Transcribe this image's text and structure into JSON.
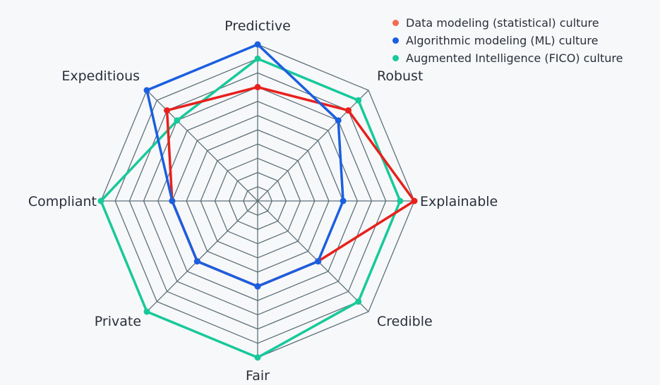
{
  "chart_data": {
    "type": "radar",
    "title": "",
    "axes": [
      "Predictive",
      "Robust",
      "Explainable",
      "Credible",
      "Fair",
      "Private",
      "Compliant",
      "Expeditious"
    ],
    "scale": {
      "min": 0,
      "max": 11,
      "rings": 11,
      "tick_labels_shown": false
    },
    "grid": true,
    "legend_position": "top-right",
    "series": [
      {
        "name": "Data modeling (statistical) culture",
        "color": "#e8201c",
        "legend_color": "#f26b53",
        "values": [
          8,
          9,
          11,
          6,
          6,
          6,
          6,
          9
        ]
      },
      {
        "name": "Algorithmic modeling (ML) culture",
        "color": "#1a5fe0",
        "legend_color": "#1a5fe0",
        "values": [
          11,
          8,
          6,
          6,
          6,
          6,
          6,
          11
        ]
      },
      {
        "name": "Augmented Intelligence (FICO) culture",
        "color": "#18c99a",
        "legend_color": "#18c99a",
        "values": [
          10,
          10,
          10,
          10,
          11,
          11,
          11,
          8
        ]
      }
    ]
  },
  "legend": {
    "items": [
      {
        "label": "Data modeling (statistical) culture",
        "color": "#f26b53"
      },
      {
        "label": "Algorithmic modeling (ML) culture",
        "color": "#1a5fe0"
      },
      {
        "label": "Augmented Intelligence (FICO) culture",
        "color": "#18c99a"
      }
    ]
  },
  "style": {
    "grid_color": "#5d7179",
    "background": "#f7f8fa"
  }
}
